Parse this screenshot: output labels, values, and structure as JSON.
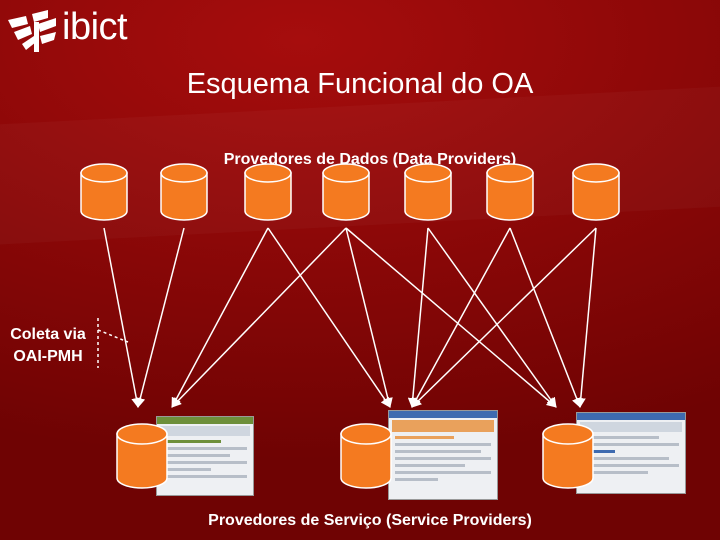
{
  "logo": {
    "text": "ibict"
  },
  "title": "Esquema Funcional do OA",
  "data_providers_label": "Provedores de Dados (Data Providers)",
  "service_providers_label": "Provedores de Serviço (Service Providers)",
  "harvest_label": {
    "line1": "Coleta via",
    "line2": "OAI-PMH"
  },
  "colors": {
    "background": "#8e0808",
    "cylinder_fill": "#f47a20",
    "cylinder_stroke": "#ffffff",
    "arrow": "#ffffff",
    "text": "#ffffff"
  },
  "diagram": {
    "data_providers": [
      "dp1",
      "dp2",
      "dp3",
      "dp4",
      "dp5",
      "dp6",
      "dp7"
    ],
    "service_providers": [
      "sp1",
      "sp2",
      "sp3"
    ],
    "connections": [
      [
        "dp1",
        "sp1"
      ],
      [
        "dp2",
        "sp1"
      ],
      [
        "dp3",
        "sp1"
      ],
      [
        "dp4",
        "sp1"
      ],
      [
        "dp3",
        "sp2"
      ],
      [
        "dp4",
        "sp2"
      ],
      [
        "dp5",
        "sp2"
      ],
      [
        "dp6",
        "sp2"
      ],
      [
        "dp4",
        "sp3"
      ],
      [
        "dp5",
        "sp3"
      ],
      [
        "dp6",
        "sp3"
      ],
      [
        "dp7",
        "sp3"
      ],
      [
        "dp7",
        "sp2"
      ]
    ]
  }
}
